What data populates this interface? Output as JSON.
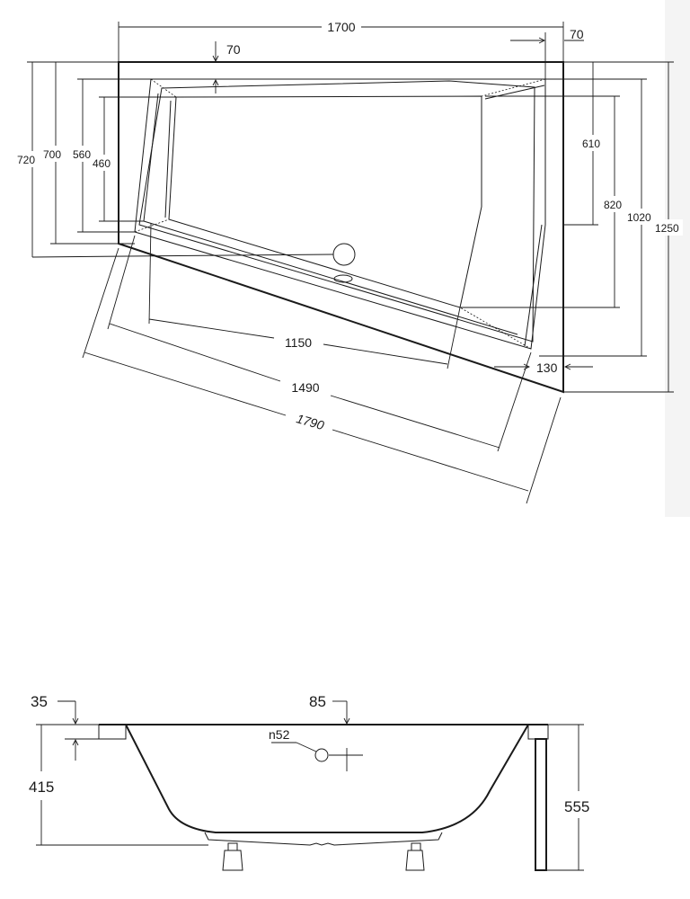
{
  "top_view": {
    "dims": {
      "width_total": "1700",
      "rim_left": "70",
      "rim_right": "70",
      "h_720": "720",
      "h_700": "700",
      "h_560": "560",
      "h_460": "460",
      "h_610": "610",
      "h_820": "820",
      "h_1020": "1020",
      "h_1250": "1250",
      "rim_bottom": "130",
      "diag_1150": "1150",
      "diag_1490": "1490",
      "diag_1790": "1790"
    }
  },
  "side_view": {
    "dims": {
      "rim_35": "35",
      "rim_85": "85",
      "overflow": "n52",
      "depth_415": "415",
      "height_555": "555"
    }
  }
}
